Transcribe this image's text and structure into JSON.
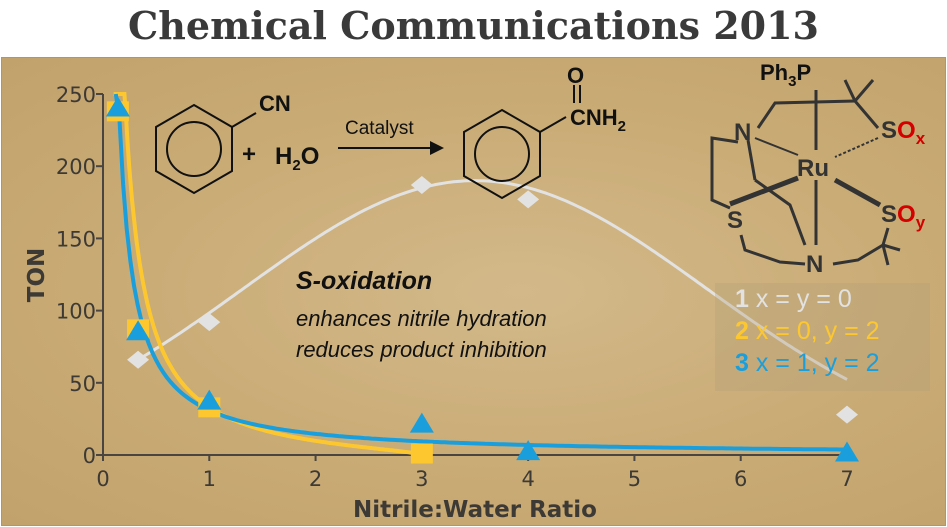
{
  "title": "Chemical Communications 2013",
  "reaction": {
    "reactant_group": "CN",
    "plus": "+",
    "water": "H",
    "water_sub": "2",
    "water_o": "O",
    "arrow_label": "Catalyst",
    "product_o": "O",
    "product_group": "CNH",
    "product_sub": "2"
  },
  "catalyst": {
    "phosphine": "Ph",
    "phosphine_sub": "3",
    "phosphine_p": "P",
    "metal": "Ru",
    "n_top": "N",
    "n_bottom": "N",
    "s_left": "S",
    "s_top": "S",
    "o_top": "O",
    "o_top_sub": "x",
    "s_bottom": "S",
    "o_bottom": "O",
    "o_bottom_sub": "y"
  },
  "message": {
    "headline": "S-oxidation",
    "line1": "enhances nitrile hydration",
    "line2": "reduces product inhibition"
  },
  "colors": {
    "series1": "#e2e2e2",
    "series2": "#fdc82f",
    "series3": "#1a9fdc",
    "oxygen": "#d40000"
  },
  "chart_data": {
    "type": "scatter",
    "xlabel": "Nitrile:Water Ratio",
    "ylabel": "TON",
    "xlim": [
      0,
      7
    ],
    "ylim": [
      0,
      250
    ],
    "xticks": [
      "0",
      "1",
      "2",
      "3",
      "4",
      "5",
      "6",
      "7"
    ],
    "yticks": [
      "0",
      "50",
      "100",
      "150",
      "200",
      "250"
    ],
    "grid": false,
    "legend_placement": "right",
    "series": [
      {
        "name": "1",
        "label": "x = y = 0",
        "marker": "diamond",
        "color": "#e2e2e2",
        "x": [
          0.33,
          1,
          3,
          4,
          7
        ],
        "y": [
          66,
          92,
          187,
          177,
          28
        ]
      },
      {
        "name": "2",
        "label": "x = 0, y = 2",
        "marker": "square",
        "color": "#fdc82f",
        "x": [
          0.14,
          0.33,
          1,
          3
        ],
        "y": [
          238,
          87,
          33,
          1
        ]
      },
      {
        "name": "3",
        "label": "x = 1, y = 2",
        "marker": "triangle",
        "color": "#1a9fdc",
        "x": [
          0.14,
          0.33,
          1,
          3,
          4,
          7
        ],
        "y": [
          240,
          85,
          37,
          21,
          2,
          1
        ]
      }
    ]
  }
}
